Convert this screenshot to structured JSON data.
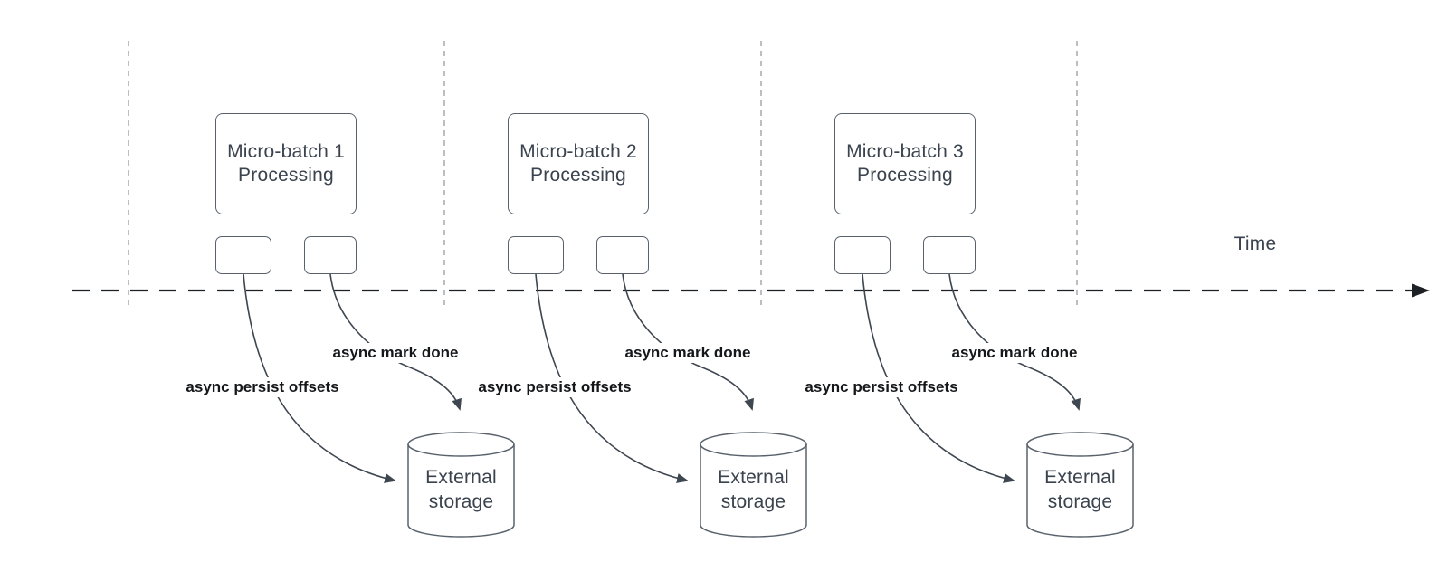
{
  "diagram": {
    "timeline": {
      "label": "Time"
    },
    "groups": [
      {
        "title_line1": "Micro-batch 1",
        "title_line2": "Processing",
        "persist_label": "async persist offsets",
        "done_label": "async mark done",
        "storage_line1": "External",
        "storage_line2": "storage"
      },
      {
        "title_line1": "Micro-batch 2",
        "title_line2": "Processing",
        "persist_label": "async persist offsets",
        "done_label": "async mark done",
        "storage_line1": "External",
        "storage_line2": "storage"
      },
      {
        "title_line1": "Micro-batch 3",
        "title_line2": "Processing",
        "persist_label": "async persist offsets",
        "done_label": "async mark done",
        "storage_line1": "External",
        "storage_line2": "storage"
      }
    ]
  },
  "colors": {
    "background": "#ffffff",
    "node_border": "#59626c",
    "node_text": "#3a434e",
    "label_text": "#15181b",
    "arrow": "#3e4650",
    "timeline": "#1d2125",
    "guide": "#9ea3a8"
  }
}
